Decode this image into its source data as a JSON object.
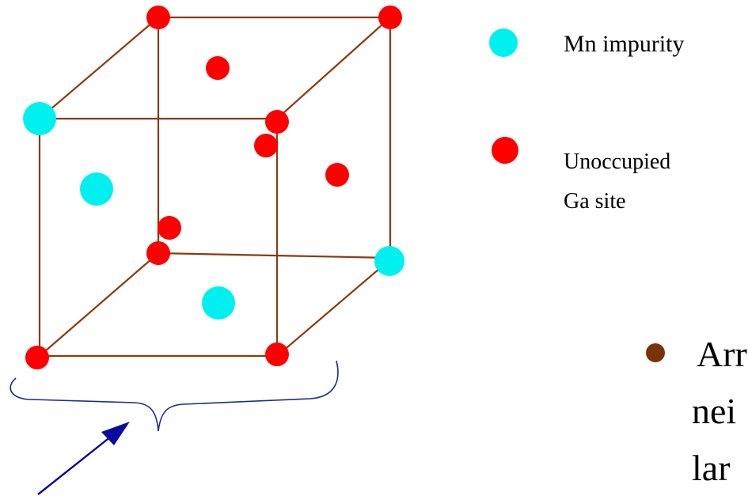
{
  "legend": {
    "mn_label": "Mn impurity",
    "ga_label_line1": "Unoccupied",
    "ga_label_line2": "Ga site"
  },
  "bullet": {
    "line1": "Arr",
    "line2": "nei",
    "line3": "lar"
  },
  "colors": {
    "cube_edge": "#8b3a0e",
    "mn": "#00f0f0",
    "ga": "#ff0000",
    "bullet": "#7a3309",
    "brace": "#1c2d8f",
    "arrow": "#0a0aa0"
  }
}
